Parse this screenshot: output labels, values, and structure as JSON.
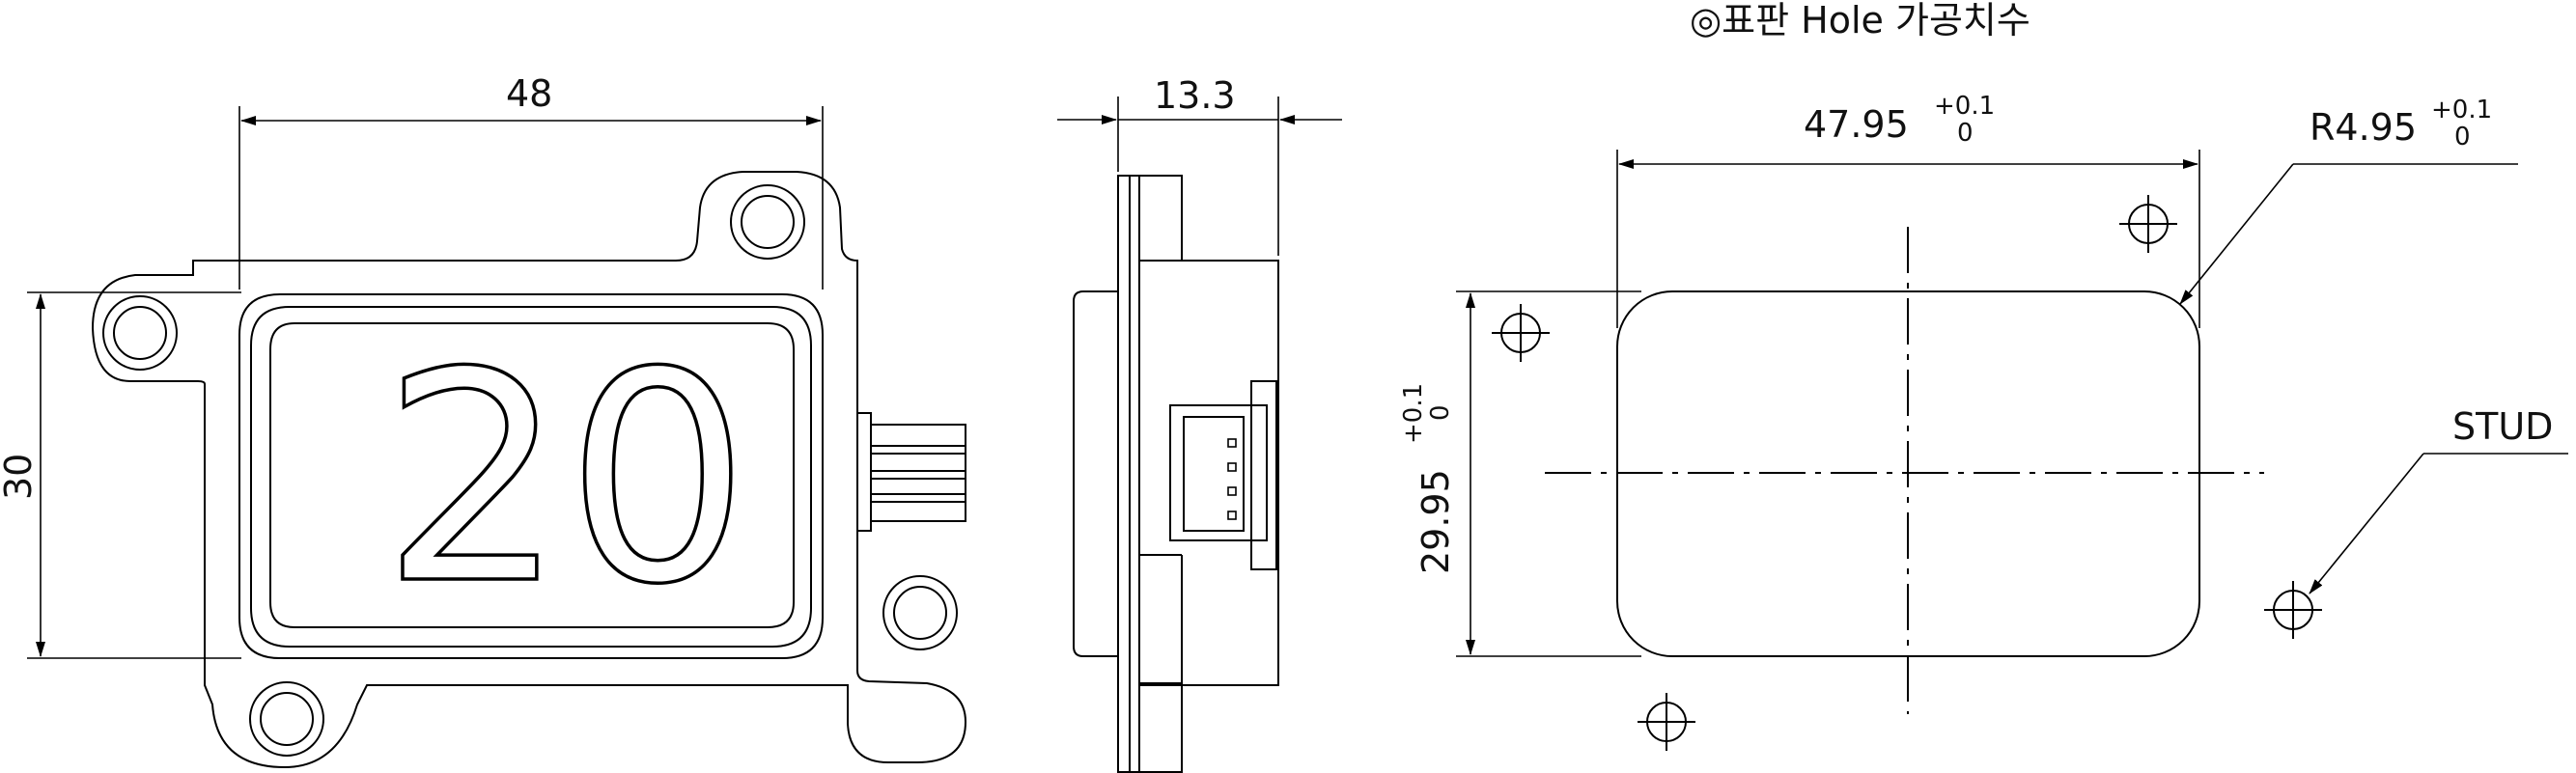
{
  "title": "◎표판 Hole 가공치수",
  "front_view": {
    "number_label": "20",
    "width_dim": "48",
    "height_dim": "30"
  },
  "side_view": {
    "depth_dim": "13.3"
  },
  "cutout": {
    "width_dim": "47.95",
    "height_dim": "29.95",
    "radius_dim": "R4.95",
    "tol_plus": "+0.1",
    "tol_zero": "0",
    "stud_label": "STUD"
  }
}
